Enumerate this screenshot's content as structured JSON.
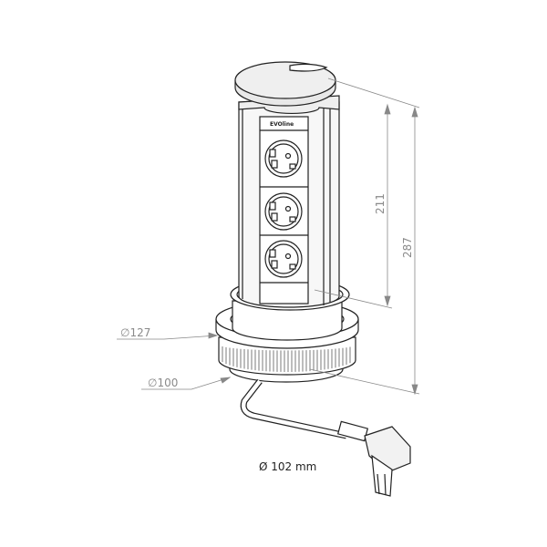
{
  "drawing": {
    "brand": "EVOline",
    "dimensions": {
      "height_raised": "211",
      "height_total": "287",
      "diameter_flange": "∅127",
      "diameter_body": "∅100",
      "cutout": "Ø 102 mm"
    },
    "socket_count": 3
  }
}
